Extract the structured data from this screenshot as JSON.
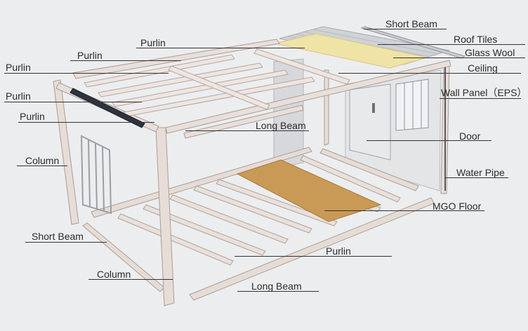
{
  "labels": {
    "short_beam_top": "Short Beam",
    "roof_tiles": "Roof Tiles",
    "glass_wool": "Glass Wool",
    "ceiling": "Ceiling",
    "wall_panel": "Wall Panel（EPS）",
    "door": "Door",
    "water_pipe": "Water Pipe",
    "mgo_floor": "MGO Floor",
    "purlin_top": "Purlin",
    "purlin_2": "Purlin",
    "purlin_3": "Purlin",
    "purlin_4": "Purlin",
    "purlin_5": "Purlin",
    "purlin_bottom": "Purlin",
    "long_beam_top": "Long Beam",
    "long_beam_bottom": "Long Beam",
    "column_left": "Column",
    "column_bottom": "Column",
    "short_beam_left": "Short Beam"
  },
  "colors": {
    "background": "#ecedef",
    "frame": "#e8dcd6",
    "frame_shadow": "#bfb2ab",
    "floor_wood": "#c99a55",
    "glass_wool": "#efe3a6",
    "roof_tiles": "#cfd2d6",
    "wall_panel": "#dfe1e3",
    "leader_line": "#333333"
  }
}
